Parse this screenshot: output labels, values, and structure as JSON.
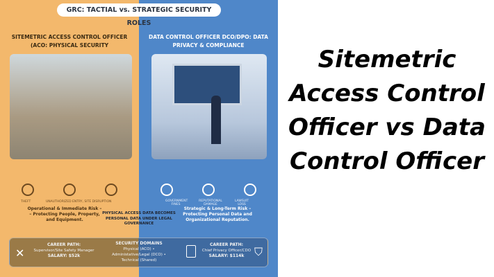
{
  "infographic": {
    "banner": "GRC: TACTIAL vs. STRATEGIC SECURITY ROLES",
    "left_heading": "SITEMETRIC ACCESS CONTROL OFFICER (ACO: PHYSICAL SECURITY",
    "right_heading": "DATA CONTROL OFFICER DCO/DPO: DATA PRIVACY & COMPLIANCE",
    "left_icons": [
      "THEFT",
      "UNAUTHORIZED ENTRY, SITE DISRUPTION"
    ],
    "right_icons": [
      "GOVERNMENT FINES",
      "REPUTATIONAL DAMAGE",
      "LAWSUIT LOSS"
    ],
    "left_risk": "Operational & Immediate Risk – – Protecting People, Property, and Equipment.",
    "right_risk": "Strategic & Long-Term Risk – Protecting Personal Data and Organizational Reputation.",
    "middle_note": "PHYSICAL ACCESS DATA BECOMES PERSONAL DATA UNDER LEGAL GOVERNANCE",
    "left_career": {
      "label": "CAREER PATH:",
      "role": "Supervisor/Site Safety Manager",
      "salary": "SALARY: $52k"
    },
    "domains": {
      "label": "SECURITY DOMAINS",
      "items": "Physical (ACO) • Administative/Legal (DCO) • Technical (Shared)"
    },
    "right_career": {
      "label": "CAREER PATH:",
      "role": "Chief Privacy Officer/CDO",
      "salary": "SALARY: $114k"
    },
    "colors": {
      "left": "#f3b86c",
      "right": "#4f87c9"
    }
  },
  "title": "Sitemetric Access Control Officer vs Data Control Officer"
}
